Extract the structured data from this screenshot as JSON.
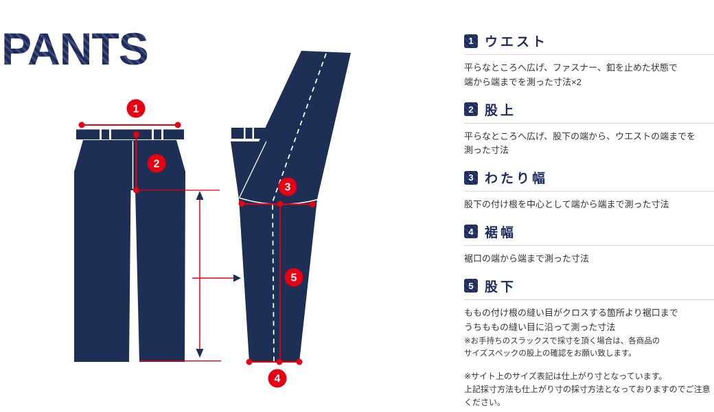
{
  "title": "PANTS",
  "colors": {
    "navy": "#1e2f55",
    "red": "#e60012",
    "heading_navy": "#1c2b5e",
    "rule_gray": "#d9d9d9",
    "body_text": "#333333"
  },
  "markers": {
    "m1": "1",
    "m2": "2",
    "m3": "3",
    "m4": "4",
    "m5": "5"
  },
  "sections": [
    {
      "num": "1",
      "heading": "ウエスト",
      "body": "平らなところへ広げ、ファスナー、釦を止めた状態で\n端から端までを測った寸法×2"
    },
    {
      "num": "2",
      "heading": "股上",
      "body": "平らなところへ広げ、股下の端から、ウエストの端までを\n測った寸法"
    },
    {
      "num": "3",
      "heading": "わたり幅",
      "body": "股下の付け根を中心として端から端まで測った寸法"
    },
    {
      "num": "4",
      "heading": "裾幅",
      "body": "裾口の端から端まで測った寸法"
    },
    {
      "num": "5",
      "heading": "股下",
      "body": "ももの付け根の縫い目がクロスする箇所より裾口まで\nうちももの縫い目に沿って測った寸法",
      "note": "※お手持ちのスラックスで採寸を頂く場合は、各商品の\nサイズスペックの股上の確認をお願い致します。"
    }
  ],
  "footer_note": "※サイト上のサイズ表記は仕上がり寸となっています。\n上記採寸方法も仕上がり寸の採寸方法となっておりますのでご注意ください。"
}
